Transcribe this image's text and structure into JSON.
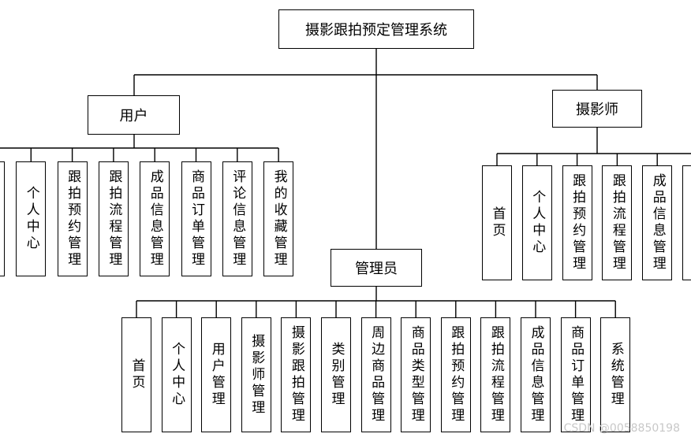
{
  "title": "摄影跟拍预定管理系统",
  "groups": {
    "user": {
      "label": "用户",
      "children": [
        "",
        "个人中心",
        "跟拍预约管理",
        "跟拍流程管理",
        "成品信息管理",
        "商品订单管理",
        "评论信息管理",
        "我的收藏管理"
      ]
    },
    "photographer": {
      "label": "摄影师",
      "children": [
        "首页",
        "个人中心",
        "跟拍预约管理",
        "跟拍流程管理",
        "成品信息管理",
        ""
      ]
    },
    "admin": {
      "label": "管理员",
      "children": [
        "首页",
        "个人中心",
        "用户管理",
        "摄影师管理",
        "摄影跟拍管理",
        "类别管理",
        "周边商品管理",
        "商品类型管理",
        "跟拍预约管理",
        "跟拍流程管理",
        "成品信息管理",
        "商品订单管理",
        "系统管理"
      ]
    }
  },
  "watermark": "CSDN @0058850198"
}
